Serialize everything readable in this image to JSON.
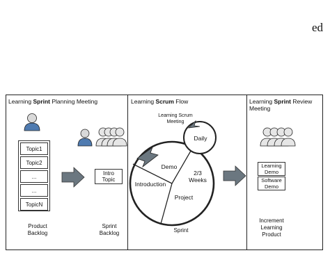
{
  "corner_text": "ed",
  "panels": {
    "planning": {
      "title_pre": "Learning ",
      "title_bold": "Sprint",
      "title_post": " Planning Meeting",
      "topics": [
        "Topic1",
        "Topic2",
        "...",
        "...",
        "TopicN"
      ],
      "sprint_box": [
        "Intro",
        "Topic"
      ],
      "product_backlog": [
        "Product",
        "Backlog"
      ],
      "sprint_backlog": [
        "Sprint",
        "Backlog"
      ]
    },
    "flow": {
      "title_pre": "Learning ",
      "title_bold": "Scrum",
      "title_post": " Flow",
      "meeting_label": [
        "Learning Scrum",
        "Meeting"
      ],
      "daily": "Daily",
      "sections": {
        "demo": "Demo",
        "introduction": "Introduction",
        "project": "Project",
        "duration": [
          "2/3",
          "Weeks"
        ]
      },
      "sprint": "Sprint"
    },
    "review": {
      "title_pre": "Learning ",
      "title_bold": "Sprint",
      "title_post": " Review",
      "title_line2": "Meeting",
      "box_items": [
        [
          "Learning",
          "Demo"
        ],
        [
          "Software",
          "Demo"
        ]
      ],
      "increment": [
        "Increment",
        "Learning",
        "Product"
      ]
    }
  },
  "colors": {
    "person_blue": "#4f7bb0",
    "person_gray": "#cfcfcf",
    "arrow_fill": "#6b7780",
    "line": "#222222"
  }
}
